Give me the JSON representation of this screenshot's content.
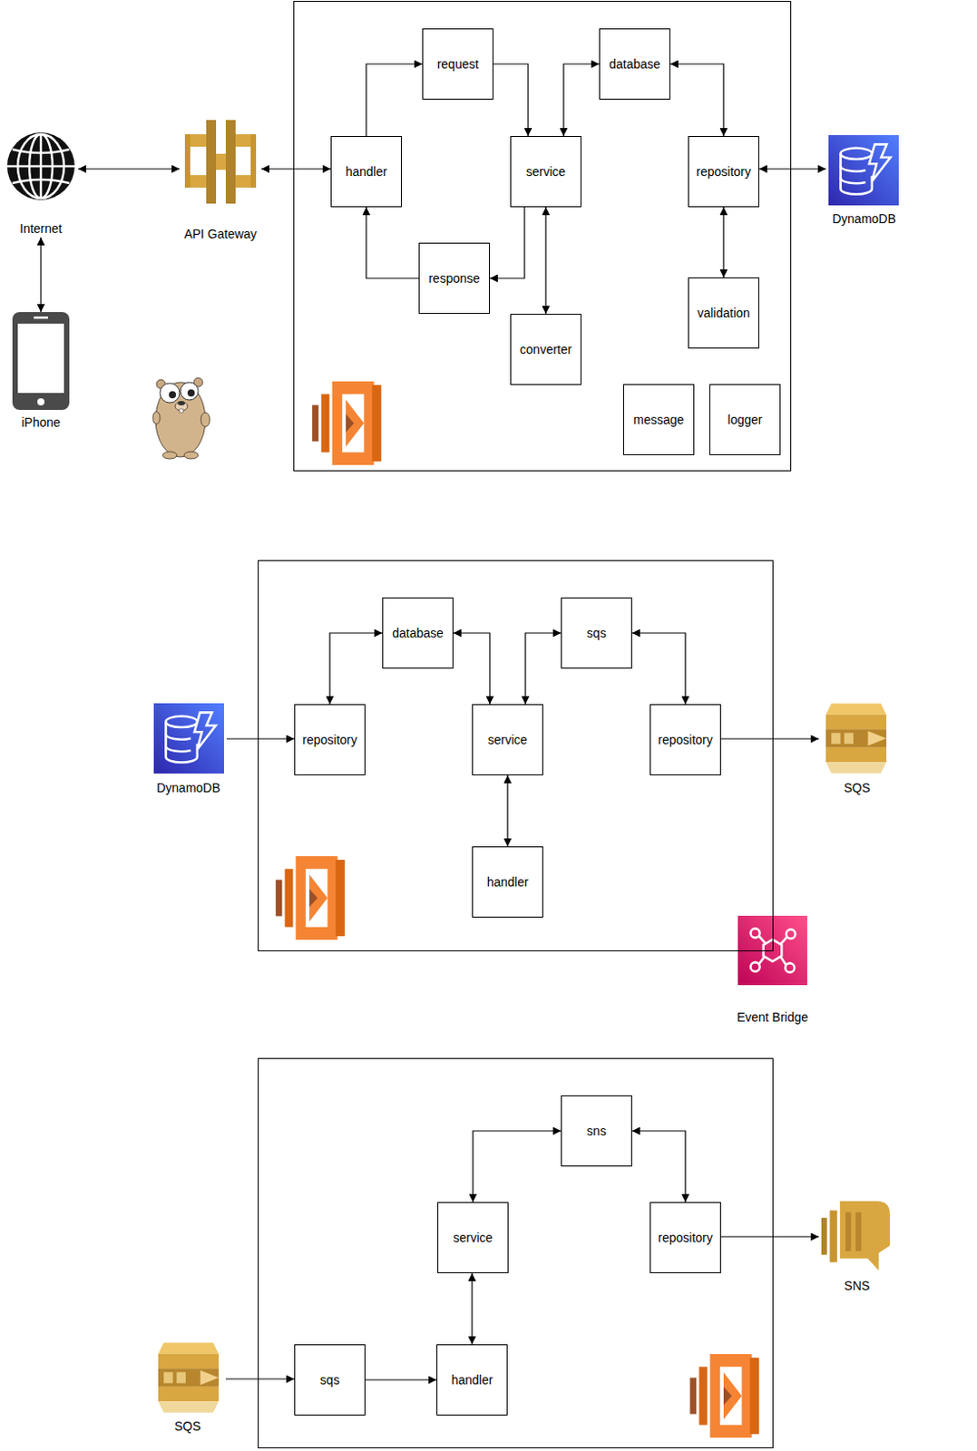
{
  "diagram": {
    "nodes": [
      {
        "text": []
      },
      {
        "text": [
          "request"
        ],
        "in": 0
      },
      {
        "text": [
          "database"
        ],
        "in": 0
      },
      {
        "text": [
          "handler"
        ],
        "in": 0
      },
      {
        "text": [
          "service"
        ],
        "in": 0
      },
      {
        "text": [
          "repository"
        ],
        "in": 0
      },
      {
        "text": [
          "response"
        ],
        "in": 0
      },
      {
        "text": [
          "validation"
        ],
        "in": 0
      },
      {
        "text": [
          "converter"
        ],
        "in": 0
      },
      {
        "text": [
          "message"
        ],
        "in": 0
      },
      {
        "text": [
          "logger"
        ],
        "in": 0
      },
      {
        "text": [
          "Internet"
        ]
      },
      {
        "text": [
          "API Gateway"
        ]
      },
      {
        "text": [
          "DynamoDB"
        ]
      },
      {
        "text": [
          "iPhone"
        ]
      },
      {
        "text": []
      },
      {
        "text": [
          "database"
        ],
        "in": 15
      },
      {
        "text": [
          "sqs"
        ],
        "in": 15
      },
      {
        "text": [
          "repository"
        ],
        "in": 15
      },
      {
        "text": [
          "service"
        ],
        "in": 15
      },
      {
        "text": [
          "repository"
        ],
        "in": 15
      },
      {
        "text": [
          "handler"
        ],
        "in": 15
      },
      {
        "text": [
          "DynamoDB"
        ]
      },
      {
        "text": [
          "SQS"
        ]
      },
      {
        "text": [
          "Event Bridge"
        ]
      },
      {
        "text": []
      },
      {
        "text": [
          "sns"
        ],
        "in": 25
      },
      {
        "text": [
          "service"
        ],
        "in": 25
      },
      {
        "text": [
          "repository"
        ],
        "in": 25
      },
      {
        "text": [
          "sqs"
        ],
        "in": 25
      },
      {
        "text": [
          "handler"
        ],
        "in": 25
      },
      {
        "text": [
          "SNS"
        ]
      },
      {
        "text": [
          "SQS"
        ]
      }
    ],
    "edges": [
      {
        "from": 11,
        "to": 12,
        "arrow": "both"
      },
      {
        "from": 12,
        "to": 3,
        "arrow": "both"
      },
      {
        "from": 3,
        "to": 1,
        "arrow": "to"
      },
      {
        "from": 1,
        "to": 4,
        "arrow": "to"
      },
      {
        "from": 4,
        "to": 2,
        "arrow": "both"
      },
      {
        "from": 2,
        "to": 5,
        "arrow": "both"
      },
      {
        "from": 4,
        "to": 6,
        "arrow": "to"
      },
      {
        "from": 6,
        "to": 3,
        "arrow": "to"
      },
      {
        "from": 4,
        "to": 8,
        "arrow": "both"
      },
      {
        "from": 5,
        "to": 13,
        "arrow": "both"
      },
      {
        "from": 5,
        "to": 7,
        "arrow": "both"
      },
      {
        "from": 11,
        "to": 14,
        "arrow": "both"
      },
      {
        "from": 22,
        "to": 18,
        "arrow": "to"
      },
      {
        "from": 18,
        "to": 16,
        "arrow": "both"
      },
      {
        "from": 16,
        "to": 19,
        "arrow": "both"
      },
      {
        "from": 19,
        "to": 17,
        "arrow": "both"
      },
      {
        "from": 17,
        "to": 20,
        "arrow": "both"
      },
      {
        "from": 20,
        "to": 23,
        "arrow": "to"
      },
      {
        "from": 19,
        "to": 21,
        "arrow": "both"
      },
      {
        "from": 32,
        "to": 29,
        "arrow": "to"
      },
      {
        "from": 29,
        "to": 30,
        "arrow": "to"
      },
      {
        "from": 30,
        "to": 27,
        "arrow": "both"
      },
      {
        "from": 27,
        "to": 26,
        "arrow": "both"
      },
      {
        "from": 26,
        "to": 28,
        "arrow": "both"
      },
      {
        "from": 28,
        "to": 31,
        "arrow": "to"
      }
    ]
  }
}
